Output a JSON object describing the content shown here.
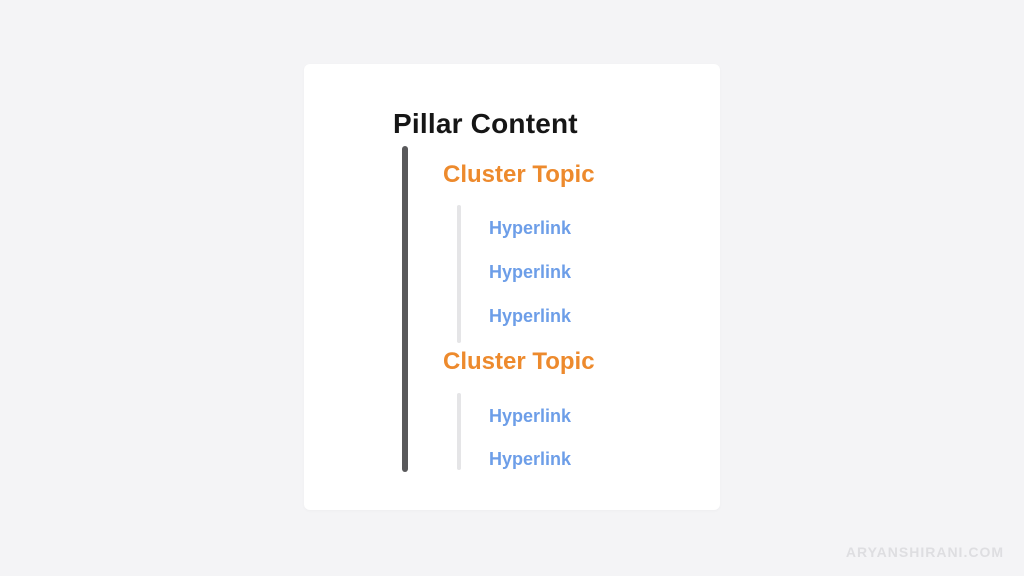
{
  "page": {
    "watermark": "ARYANSHIRANI.COM"
  },
  "diagram": {
    "title": "Pillar Content",
    "clusters": [
      {
        "label": "Cluster Topic",
        "links": [
          "Hyperlink",
          "Hyperlink",
          "Hyperlink"
        ]
      },
      {
        "label": "Cluster Topic",
        "links": [
          "Hyperlink",
          "Hyperlink"
        ]
      }
    ]
  },
  "colors": {
    "canvas_bg": "#F4F4F6",
    "card_bg": "#FFFFFF",
    "title_color": "#161616",
    "pillar_line_color": "#59595B",
    "cluster_color": "#ED8A2D",
    "cluster_line_color": "#E5E5E7",
    "link_color": "#6D9EE8",
    "watermark_color": "#DEDEE1"
  }
}
